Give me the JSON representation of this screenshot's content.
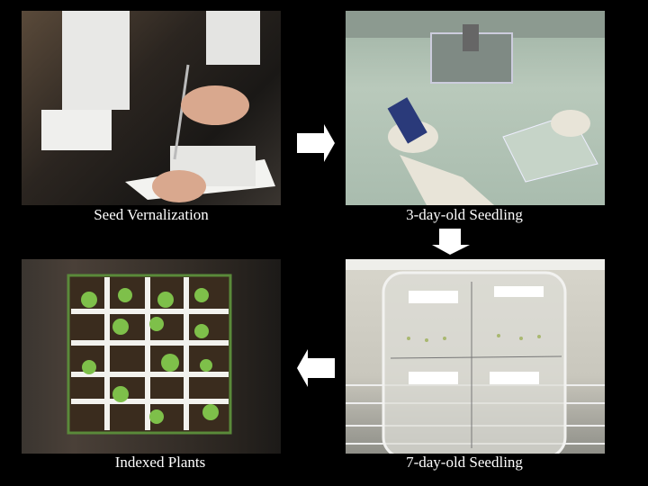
{
  "slide": {
    "panels": [
      {
        "caption": "Seed Vernalization",
        "photo": "seed-vernalization-photo"
      },
      {
        "caption": "3-day-old Seedling",
        "photo": "seedling-3day-photo"
      },
      {
        "caption": "Indexed Plants",
        "photo": "indexed-plants-photo"
      },
      {
        "caption": "7-day-old Seedling",
        "photo": "seedling-7day-photo"
      }
    ],
    "arrows": [
      "arrow-right-icon",
      "arrow-down-icon",
      "arrow-left-icon"
    ]
  }
}
